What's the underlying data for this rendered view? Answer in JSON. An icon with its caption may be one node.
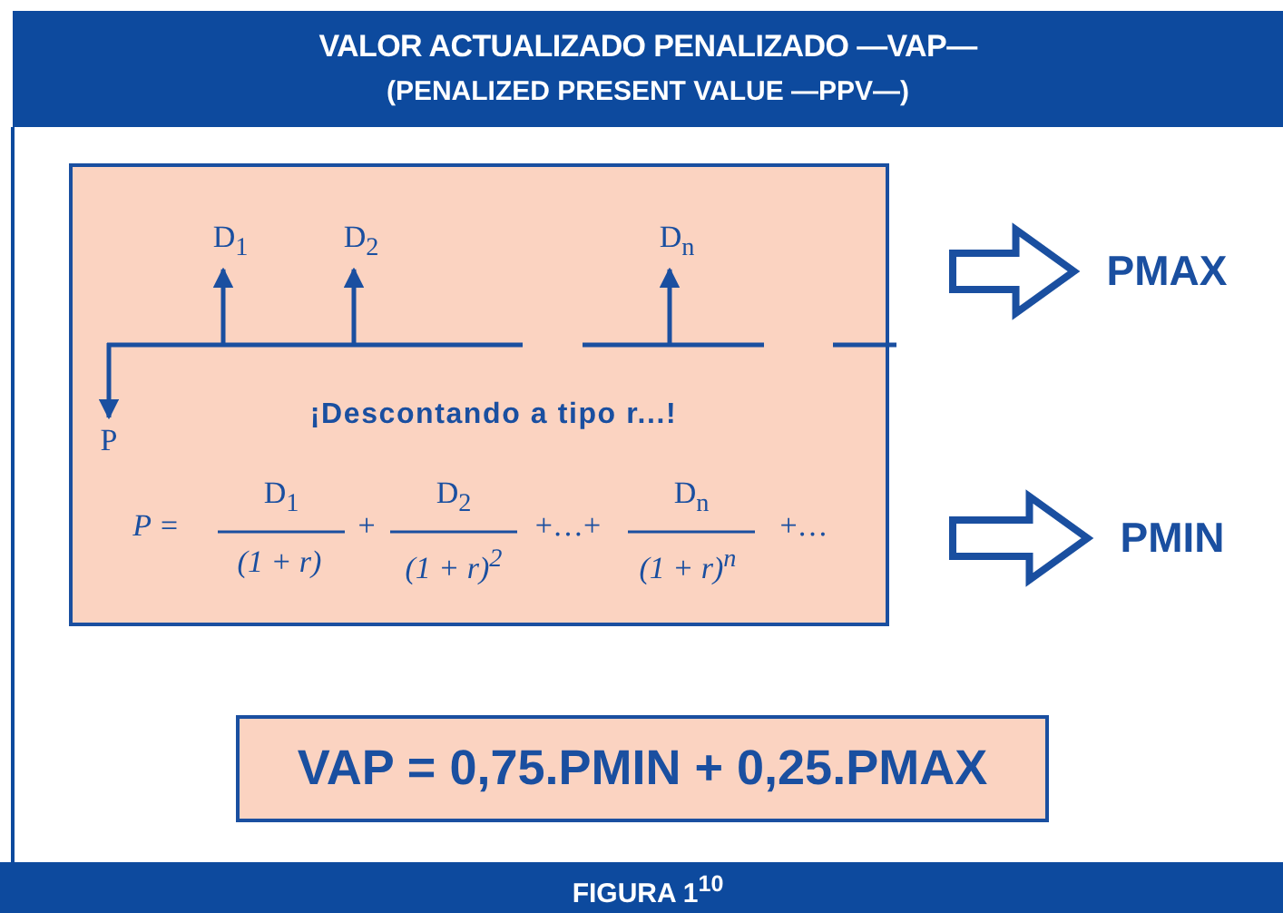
{
  "diagram": {
    "title": "VALOR ACTUALIZADO PENALIZADO —VAP—",
    "caption": "FIGURA 1$^{10}$",
    "nodes": [
      {
        "text": [
          "¡Descontando a tipo r...!"
        ]
      },
      {
        "text": [
          "D$_{1}$"
        ],
        "in": 0
      },
      {
        "text": [
          "D$_{2}$"
        ],
        "in": 0
      },
      {
        "text": [
          "D$_{n}$"
        ],
        "in": 0
      },
      {
        "text": [
          "P"
        ],
        "in": 0
      },
      {
        "text": [
          "PMAX"
        ]
      },
      {
        "text": [
          "PMIN"
        ]
      },
      {
        "text": [
          "VAP = 0,75.PMIN + 0,25.PMAX"
        ]
      }
    ],
    "edges": [
      {
        "from": null,
        "to": 1,
        "arrow": "to"
      },
      {
        "from": null,
        "to": 2,
        "arrow": "to"
      },
      {
        "from": null,
        "to": 3,
        "arrow": "to"
      },
      {
        "from": null,
        "to": 4,
        "arrow": "to"
      },
      {
        "from": 0,
        "to": 5,
        "arrow": "to",
        "style": "thick"
      },
      {
        "from": 0,
        "to": 6,
        "arrow": "to",
        "style": "thick"
      }
    ],
    "labels": [
      "(PENALIZED PRESENT VALUE —PPV—)",
      "P =",
      "D$_{1}$",
      "(1 + r)",
      "+",
      "D$_{2}$",
      "(1 + r)$^{2}$",
      "+…+",
      "D$_{n}$",
      "(1 + r)$^{n}$",
      "+…"
    ]
  }
}
